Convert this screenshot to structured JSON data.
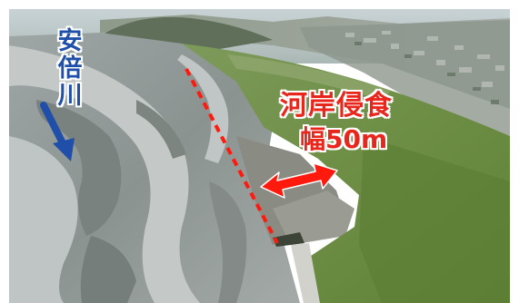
{
  "annotations": {
    "river_name": [
      "安",
      "倍",
      "川"
    ],
    "erosion_title": "河岸侵食",
    "erosion_width": "幅50m"
  },
  "colors": {
    "river_label": "#1f4fa8",
    "erosion_label": "#e8261c",
    "flow_arrow": "#1f4fa8",
    "erosion_arrow": "#ff1a0d",
    "bank_line": "#ff1a0d"
  },
  "icons": {
    "flow_arrow": "arrow-down-right-icon",
    "erosion_arrow": "double-arrow-icon"
  }
}
